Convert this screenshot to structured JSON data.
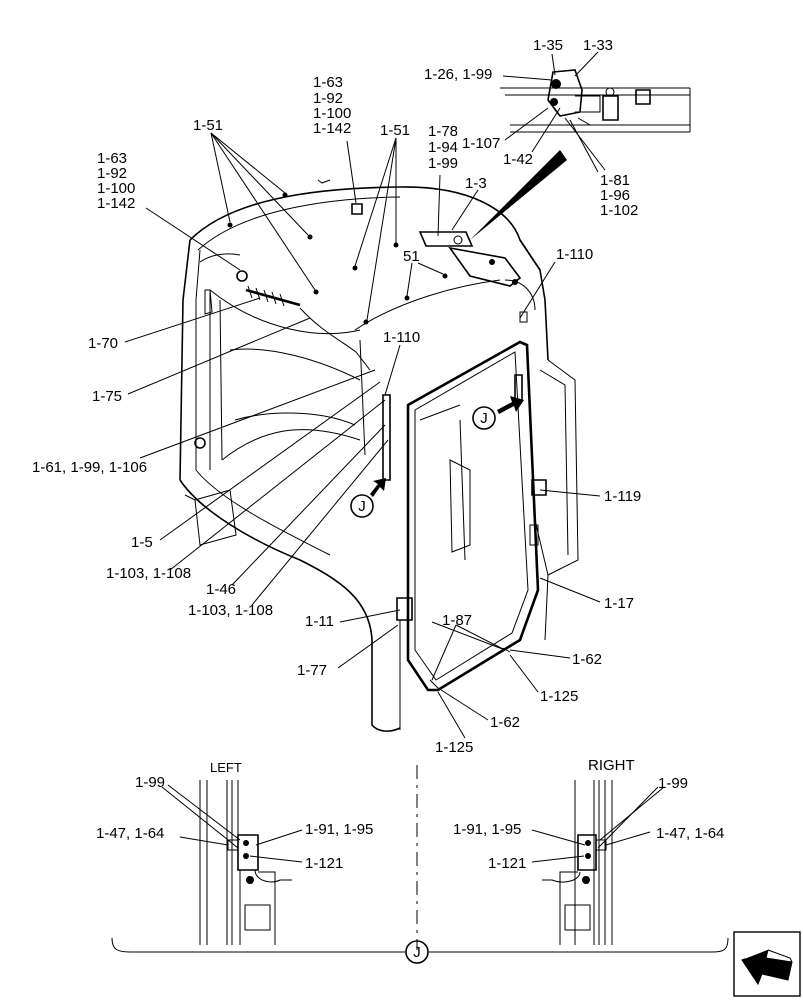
{
  "labels": {
    "l_1_35": "1-35",
    "l_1_33": "1-33",
    "l_1_26_99": "1-26, 1-99",
    "l_1_107": "1-107",
    "l_1_42": "1-42",
    "l_1_81": "1-81",
    "l_1_96": "1-96",
    "l_1_102": "1-102",
    "l_1_78": "1-78",
    "l_1_94": "1-94",
    "l_1_99_top": "1-99",
    "l_1_3": "1-3",
    "l_63_a": "1-63",
    "l_92_a": "1-92",
    "l_100_a": "1-100",
    "l_142_a": "1-142",
    "l_51_left": "1-51",
    "l_51_right": "1-51",
    "l_63_b": "1-63",
    "l_92_b": "1-92",
    "l_100_b": "1-100",
    "l_142_b": "1-142",
    "l_51": "51",
    "l_1_110_a": "1-110",
    "l_1_110_b": "1-110",
    "l_1_70": "1-70",
    "l_1_75": "1-75",
    "l_1_61": "1-61, 1-99, 1-106",
    "l_1_5": "1-5",
    "l_1_103_a": "1-103, 1-108",
    "l_1_46": "1-46",
    "l_1_103_b": "1-103, 1-108",
    "l_1_11": "1-11",
    "l_1_77": "1-77",
    "l_1_119": "1-119",
    "l_1_17": "1-17",
    "l_1_87": "1-87",
    "l_1_62_a": "1-62",
    "l_1_125_a": "1-125",
    "l_1_62_b": "1-62",
    "l_1_125_b": "1-125",
    "left_title": "LEFT",
    "right_title": "RIGHT",
    "l_left_99": "1-99",
    "l_left_47": "1-47, 1-64",
    "l_left_91": "1-91, 1-95",
    "l_left_121": "1-121",
    "l_right_99": "1-99",
    "l_right_91": "1-91, 1-95",
    "l_right_47": "1-47, 1-64",
    "l_right_121": "1-121",
    "detail_j_1": "J",
    "detail_j_2": "J",
    "detail_j_bottom": "J"
  },
  "icons": {
    "nav": "arrow-icon"
  }
}
